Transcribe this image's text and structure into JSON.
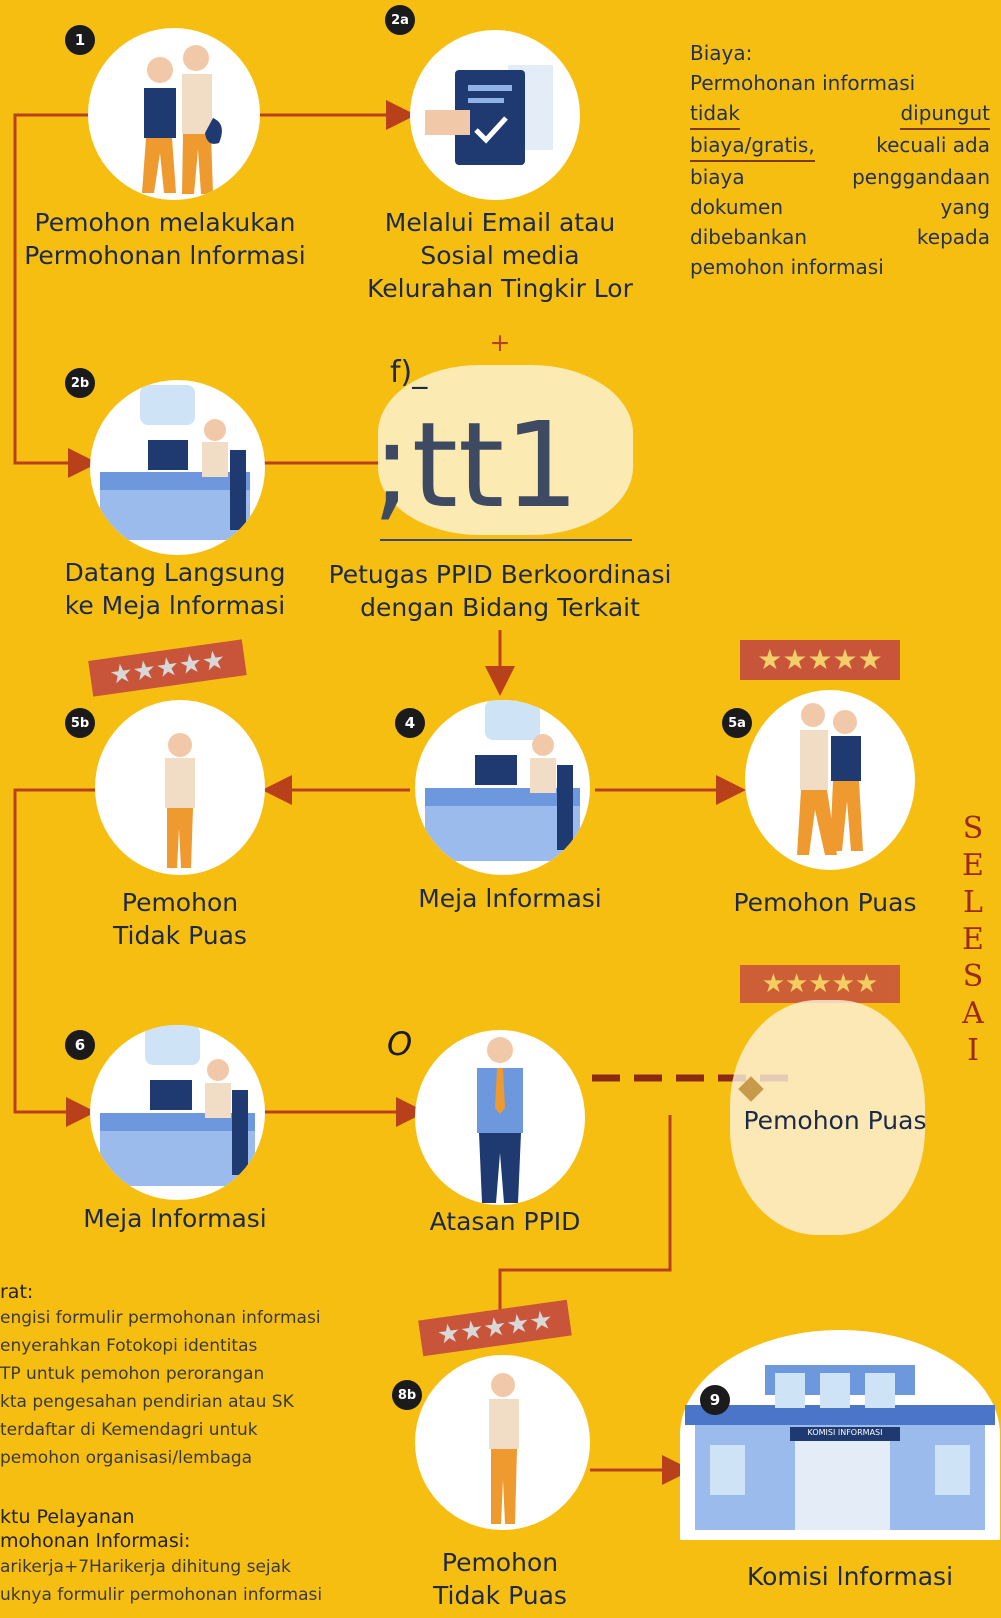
{
  "badges": {
    "n1": "1",
    "n2a": "2a",
    "n2b": "2b",
    "n4": "4",
    "n5a": "5a",
    "n5b": "5b",
    "n6": "6",
    "n8b": "8b",
    "n9": "9",
    "n7": "O"
  },
  "captions": {
    "step1": [
      "Pemohon melakukan",
      "Permohonan lnformasi"
    ],
    "step2a": [
      "Melalui Email atau",
      "Sosial media",
      "Kelurahan Tingkir Lor"
    ],
    "plus": "+",
    "step2b": [
      "Datang Langsung",
      "ke Meja lnformasi"
    ],
    "step3": [
      "Petugas PPID Berkoordinasi",
      "dengan Bidang Terkait"
    ],
    "garbled_small": "f)_",
    "garbled_big": ";tt1",
    "step4": "Meja lnformasi",
    "step5a": "Pemohon Puas",
    "step5b": [
      "Pemohon",
      "Tidak Puas"
    ],
    "step6": "Meja lnformasi",
    "step7": "Atasan PPID",
    "step8a": "Pemohon Puas",
    "step8b": [
      "Pemohon",
      "Tidak Puas"
    ],
    "step9": "Komisi lnformasi"
  },
  "biaya": {
    "title": "Biaya:",
    "line1": "Permohonan informasi",
    "line2a": "tidak",
    "line2b": "dipungut",
    "line3a": "biaya/gratis,",
    "line3b": "kecuali ada",
    "line4a": "biaya",
    "line4b": "penggandaan",
    "line5a": "dokumen",
    "line5b": "yang",
    "line6a": "dibebankan",
    "line6b": "kepada",
    "line7": "pemohon informasi"
  },
  "syarat": {
    "title": "rat:",
    "lines": [
      "engisi formulir permohonan informasi",
      "enyerahkan Fotokopi identitas",
      "TP untuk pemohon perorangan",
      "kta pengesahan pendirian atau SK",
      "terdaftar di Kemendagri untuk",
      "pemohon organisasi/lembaga"
    ]
  },
  "waktu": {
    "lines": [
      "ktu Pelayanan",
      "mohonan lnformasi:"
    ],
    "detail": [
      "arikerja+7Harikerja dihitung sejak",
      "uknya formulir permohonan informasi"
    ]
  },
  "selesai": [
    "S",
    "E",
    "L",
    "E",
    "S",
    "A",
    "I"
  ],
  "building_sign": "KOMISI INFORMASI",
  "colors": {
    "background": "#F7BE12",
    "arrow": "#B8401A",
    "dash": "#8B2A12",
    "navy": "#1E3A70",
    "orange": "#EE9A2E",
    "selesai": "#9a2a10"
  }
}
